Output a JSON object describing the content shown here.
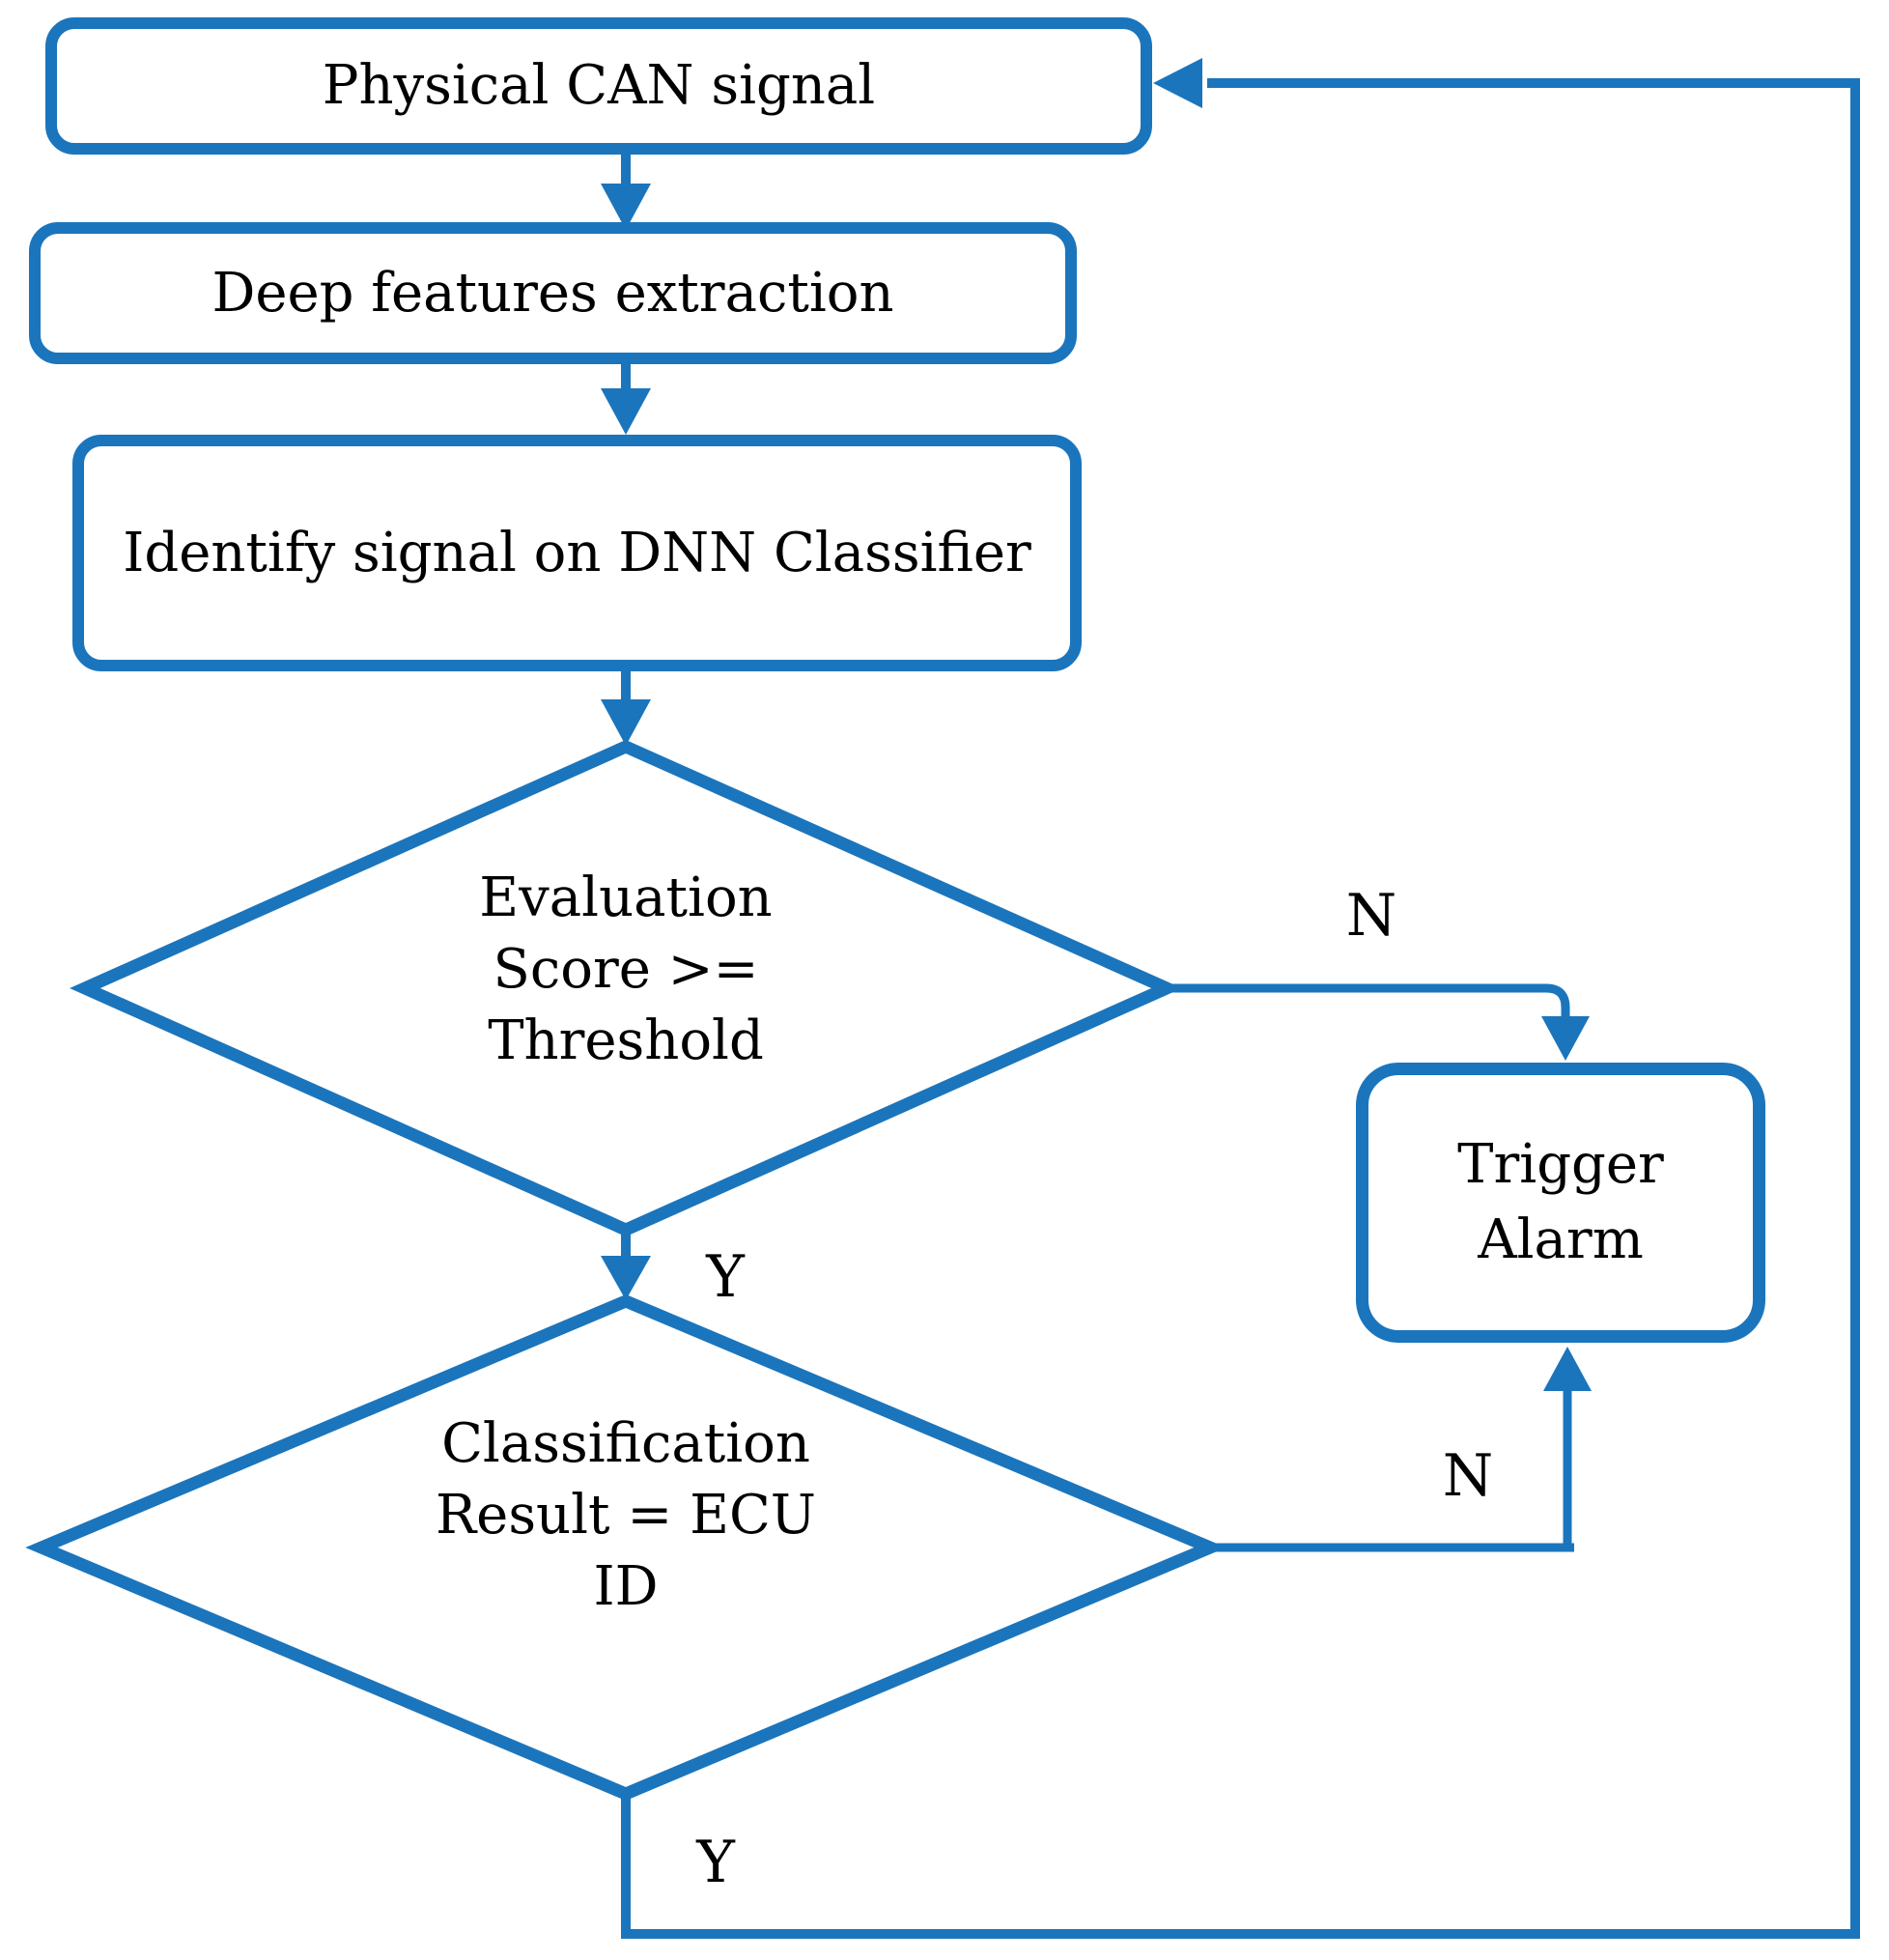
{
  "colors": {
    "accent": "#1b75bc",
    "text": "#000000",
    "background": "#ffffff"
  },
  "nodes": {
    "physical_can_signal": {
      "type": "process",
      "label": "Physical CAN signal"
    },
    "deep_features_extraction": {
      "type": "process",
      "label": "Deep features extraction"
    },
    "identify_signal": {
      "type": "process",
      "label": "Identify signal on DNN Classifier"
    },
    "evaluation_score": {
      "type": "decision",
      "label": "Evaluation\nScore >=\nThreshold"
    },
    "classification_result": {
      "type": "decision",
      "label": "Classification\nResult = ECU\nID"
    },
    "trigger_alarm": {
      "type": "terminal",
      "label": "Trigger\nAlarm"
    }
  },
  "edge_labels": {
    "evaluation_no": "N",
    "evaluation_yes": "Y",
    "classification_no": "N",
    "classification_yes": "Y"
  }
}
